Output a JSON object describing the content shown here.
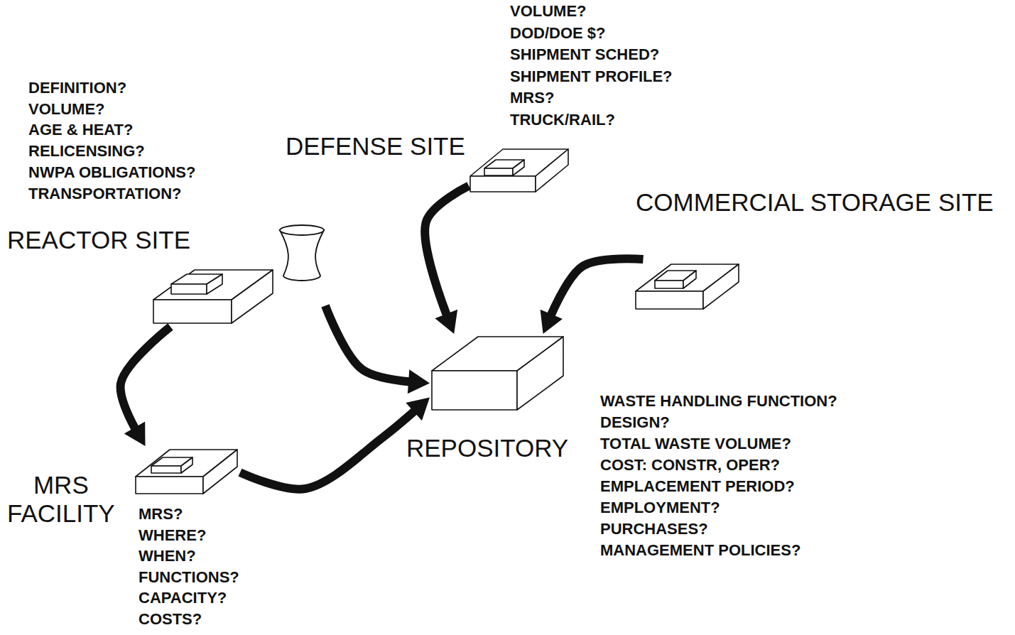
{
  "diagram": {
    "nodes": [
      {
        "text": [
          "DEFENSE SITE"
        ]
      },
      {
        "text": [
          "COMMERCIAL STORAGE SITE"
        ]
      },
      {
        "text": [
          "REACTOR SITE"
        ]
      },
      {
        "text": [
          "REPOSITORY"
        ]
      },
      {
        "text": [
          "MRS FACILITY"
        ]
      }
    ],
    "edges": [
      {
        "from": 0,
        "to": 3,
        "arrow": "to"
      },
      {
        "from": 1,
        "to": 3,
        "arrow": "to"
      },
      {
        "from": 2,
        "to": 3,
        "arrow": "to"
      },
      {
        "from": 2,
        "to": 4,
        "arrow": "to"
      },
      {
        "from": 4,
        "to": 3,
        "arrow": "to"
      }
    ],
    "labels": [
      "VOLUME?",
      "DOD/DOE $?",
      "SHIPMENT SCHED?",
      "SHIPMENT PROFILE?",
      "MRS?",
      "TRUCK/RAIL?",
      "DEFINITION?",
      "VOLUME?",
      "AGE & HEAT?",
      "RELICENSING?",
      "NWPA OBLIGATIONS?",
      "TRANSPORTATION?",
      "WASTE HANDLING FUNCTION?",
      "DESIGN?",
      "TOTAL WASTE VOLUME?",
      "COST: CONSTR, OPER?",
      "EMPLACEMENT PERIOD?",
      "EMPLOYMENT?",
      "PURCHASES?",
      "MANAGEMENT POLICIES?",
      "MRS?",
      "WHERE?",
      "WHEN?",
      "FUNCTIONS?",
      "CAPACITY?",
      "COSTS?"
    ]
  }
}
